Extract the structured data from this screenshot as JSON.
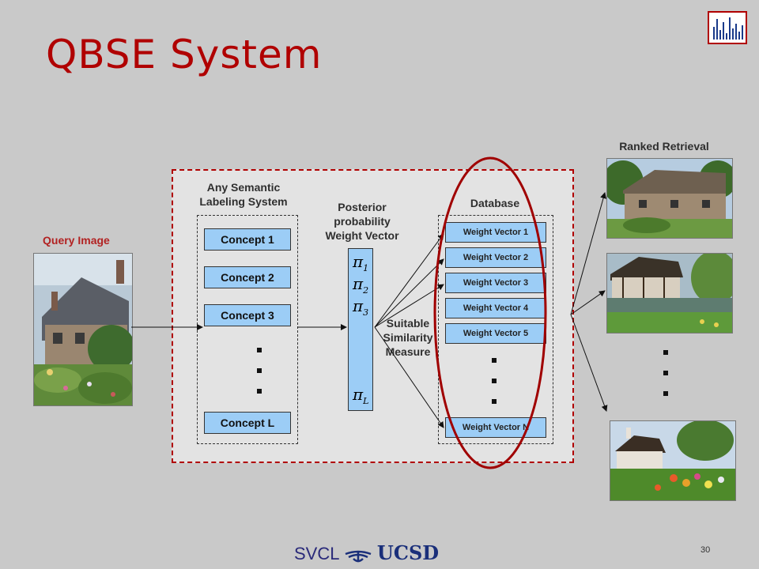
{
  "slide": {
    "title": "QBSE System",
    "page_number": "30"
  },
  "labels": {
    "query_image": "Query Image",
    "semantic_system_line1": "Any Semantic",
    "semantic_system_line2": "Labeling System",
    "posterior_line1": "Posterior",
    "posterior_line2": "probability",
    "posterior_line3": "Weight Vector",
    "database": "Database",
    "similarity_line1": "Suitable",
    "similarity_line2": "Similarity",
    "similarity_line3": "Measure",
    "ranked_retrieval": "Ranked Retrieval"
  },
  "concepts": [
    "Concept 1",
    "Concept 2",
    "Concept 3",
    "Concept L"
  ],
  "weight_vectors": [
    "Weight Vector 1",
    "Weight Vector 2",
    "Weight Vector 3",
    "Weight Vector 4",
    "Weight Vector 5",
    "Weight Vector N"
  ],
  "pi_symbols": [
    {
      "base": "π",
      "sub": "1"
    },
    {
      "base": "π",
      "sub": "2"
    },
    {
      "base": "π",
      "sub": "3"
    },
    {
      "base": "π",
      "sub": "L"
    }
  ],
  "footer": {
    "svcl": "SVCL",
    "ucsd": "UCSD"
  },
  "colors": {
    "title": "#b00000",
    "box_fill": "#9ccdf6",
    "highlight_ellipse": "#a00000",
    "background": "#c9c9c9"
  },
  "icons": [
    "bar-chart-logo-icon",
    "ucsd-triton-logo-icon"
  ]
}
